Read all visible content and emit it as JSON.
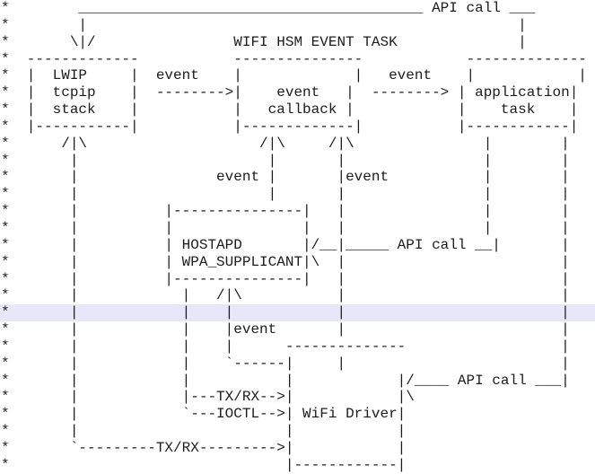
{
  "view": {
    "background_color": "#ffffff",
    "text_color": "#1c1c1c",
    "highlight_color": "#e7e7f9",
    "highlighted_line_index": 18
  },
  "diagram": {
    "title": "WIFI HSM EVENT TASK",
    "nodes": [
      "LWIP tcpip stack",
      "event callback",
      "application task",
      "HOSTAPD WPA_SUPPLICANT",
      "WiFi Driver"
    ],
    "flow_labels": [
      "API call",
      "event",
      "TX/RX",
      "IOCTL"
    ],
    "lines": [
      "*        ________________________________________ API call ___",
      "*        |                                                  |",
      "*       \\|/                WIFI HSM EVENT TASK              |",
      "*  -------------           ---------------            --------------",
      "*  |  LWIP     |  event    |             |   event    |            |",
      "*  |  tcpip    |  -------->|    event   |  --------> | application|",
      "*  |  stack    |           |   callback |            |    task    |",
      "*  |-----------|           |-------------|           |------------|",
      "*      /|\\                    /|\\     /|\\               |        |",
      "*       |                      |       |                |        |",
      "*       |                event |       |event           |        |",
      "*       |                      |       |                |        |",
      "*       |          |---------------|   |                |        |",
      "*       |          |               |   |                |        |",
      "*       |          | HOSTAPD       |/__|_____ API call __|       |",
      "*       |          | WPA_SUPPLICANT|\\  |                         |",
      "*       |          |---------------|   |                         |",
      "*       |            |   /|\\           |                         |",
      "*       |            |    |            |                         |",
      "*       |            |    |event       |                         |",
      "*       |            |    |      --------------                  |",
      "*       |            |    `------|     |                         |",
      "*       |            |           |            |/____ API call ___|",
      "*       |            |---TX/RX-->|            |\\",
      "*       |            `---IOCTL-->| WiFi Driver|",
      "*       |                        |            |",
      "*       `---------TX/RX--------->|            |",
      "*                                |------------|"
    ]
  }
}
